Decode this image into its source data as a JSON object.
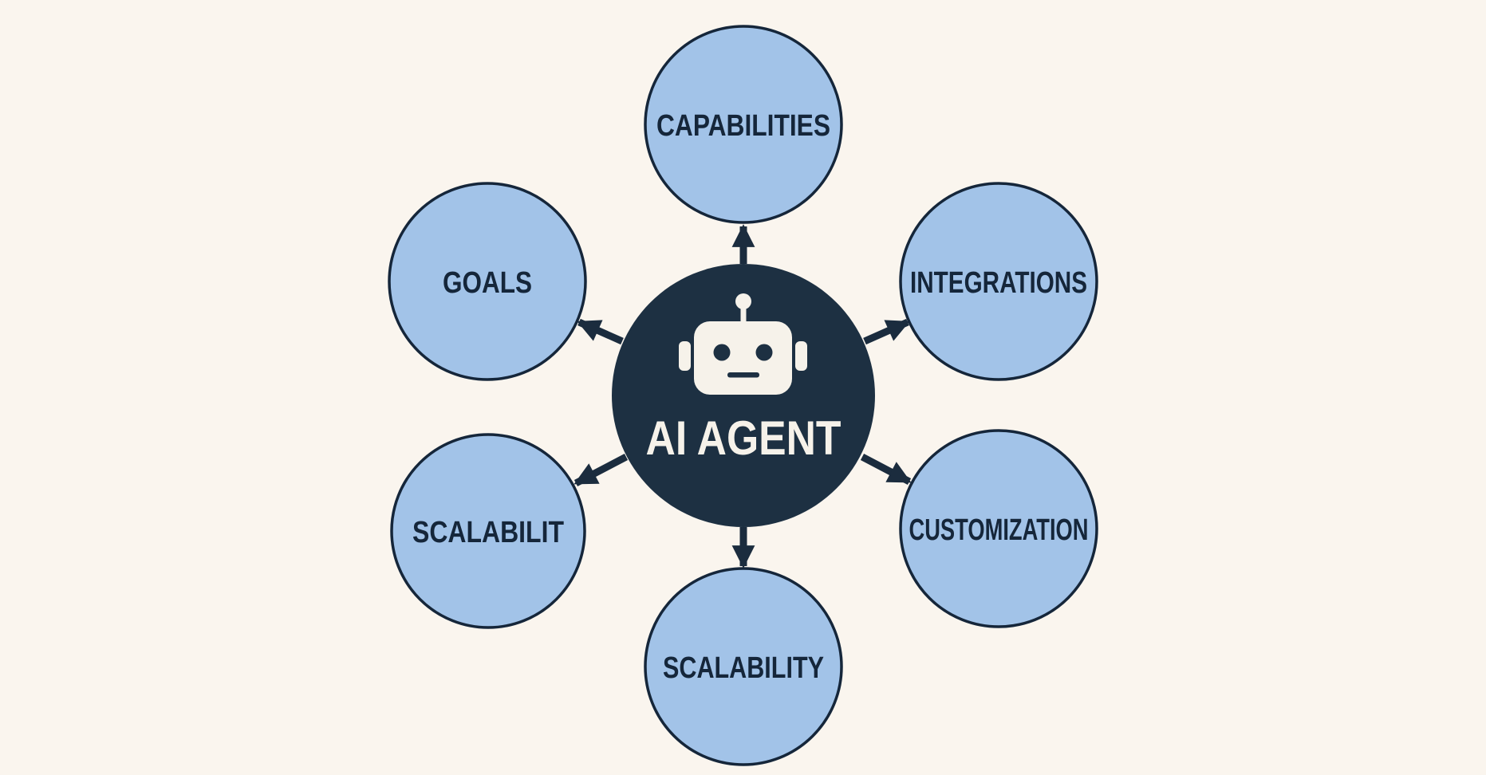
{
  "diagram": {
    "center": {
      "label": "AI AGENT",
      "icon": "robot-icon"
    },
    "nodes": {
      "capabilities": {
        "label": "CAPABILITIES",
        "position": "top"
      },
      "integrations": {
        "label": "INTEGRATIONS",
        "position": "top-right"
      },
      "customization": {
        "label": "CUSTOMIZATION",
        "position": "bottom-right"
      },
      "scalability": {
        "label": "SCALABILITY",
        "position": "bottom"
      },
      "scalability_left": {
        "label": "SCALABILIT",
        "position": "bottom-left"
      },
      "goals": {
        "label": "GOALS",
        "position": "top-left"
      }
    }
  },
  "colors": {
    "background": "#faf5ee",
    "node-fill": "#a2c3e8",
    "node-stroke": "#15263a",
    "center-fill": "#1d3042",
    "arrow": "#1b2c3e",
    "label-text": "#15263a",
    "icon-white": "#f6f2ea"
  }
}
